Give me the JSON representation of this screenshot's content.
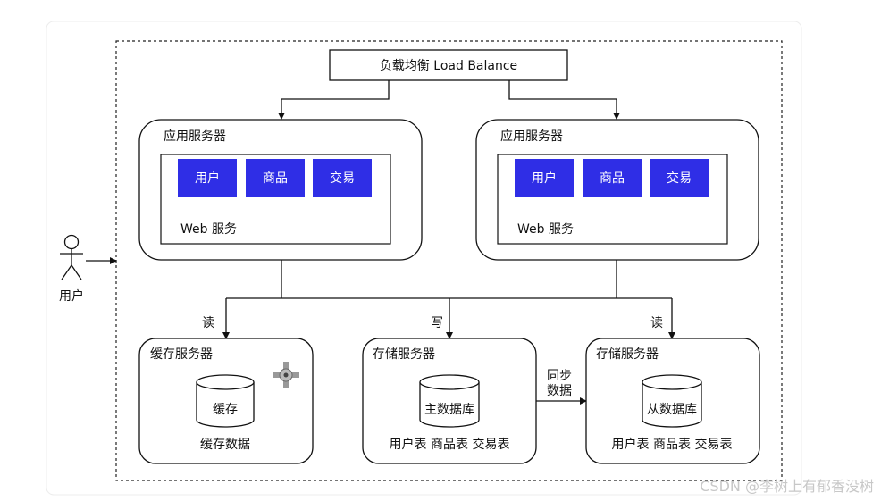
{
  "load_balancer": {
    "label": "负载均衡 Load Balance"
  },
  "app_servers": [
    {
      "title": "应用服务器",
      "modules": [
        "用户",
        "商品",
        "交易"
      ],
      "web_label": "Web 服务"
    },
    {
      "title": "应用服务器",
      "modules": [
        "用户",
        "商品",
        "交易"
      ],
      "web_label": "Web 服务"
    }
  ],
  "user_actor": {
    "label": "用户"
  },
  "edge_labels": {
    "read_left": "读",
    "write": "写",
    "read_right": "读",
    "sync": [
      "同步",
      "数据"
    ]
  },
  "cache_server": {
    "title": "缓存服务器",
    "db_label": "缓存",
    "caption": "缓存数据"
  },
  "storage_master": {
    "title": "存储服务器",
    "db_label": "主数据库",
    "caption": "用户表 商品表 交易表"
  },
  "storage_slave": {
    "title": "存储服务器",
    "db_label": "从数据库",
    "caption": "用户表 商品表 交易表"
  },
  "watermark": "CSDN @李树上有郁香没树",
  "colors": {
    "module_fill": "#2f2ee6",
    "line": "#111111",
    "border": "#222222",
    "watermark": "#c8c8c8"
  },
  "icons": {
    "actor": "stick-figure-icon",
    "move": "move-crosshair-icon"
  }
}
